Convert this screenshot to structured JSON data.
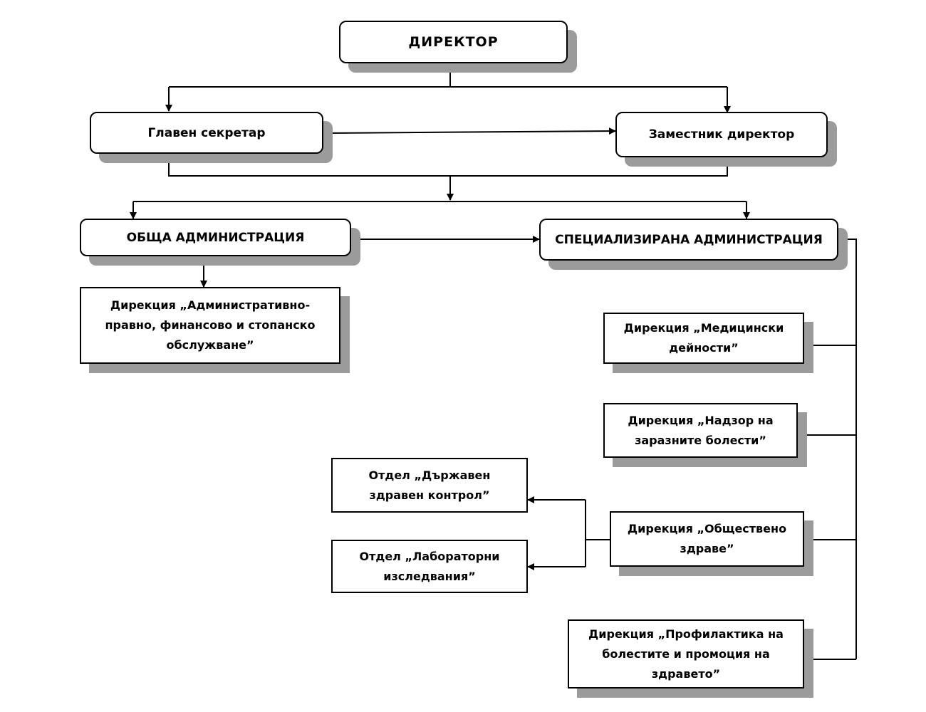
{
  "director": "ДИРЕКТОР",
  "chief_secretary": "Главен секретар",
  "deputy_director": "Заместник директор",
  "general_admin": "ОБЩА АДМИНИСТРАЦИЯ",
  "specialized_admin": "СПЕЦИАЛИЗИРАНА АДМИНИСТРАЦИЯ",
  "dir_admin_legal": "Дирекция „Административно-правно, финансово и стопанско обслужване”",
  "dir_medical": "Дирекция „Медицински дейности”",
  "dir_infectious": "Дирекция „Надзор на заразните болести”",
  "dir_public_health": "Дирекция „Обществено здраве”",
  "dir_prevention": "Дирекция „Профилактика на болестите и промоция на здравето”",
  "dept_state_control": "Отдел „Държавен здравен контрол”",
  "dept_lab": "Отдел „Лабораторни изследвания”"
}
